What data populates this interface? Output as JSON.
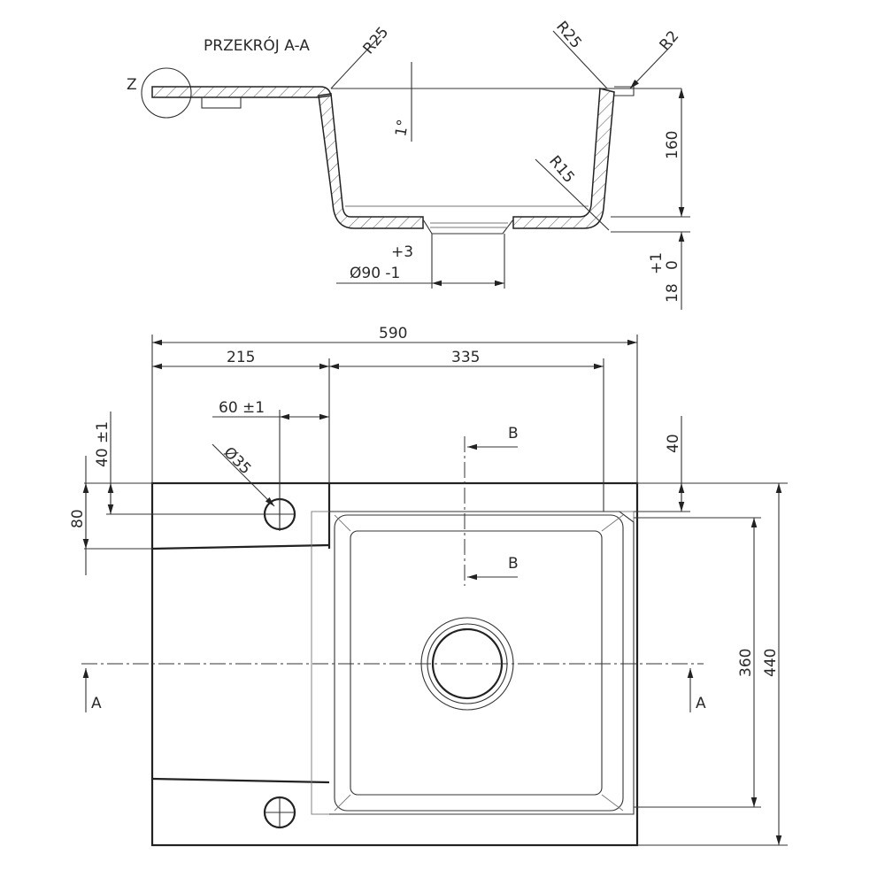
{
  "section": {
    "title": "PRZEKRÓJ A-A",
    "detail_label": "Z",
    "radius_left": "R25",
    "radius_right": "R25",
    "radius_edge": "R2",
    "radius_bottom": "R15",
    "angle": "1°",
    "depth": "160",
    "drain_tol_plus": "+3",
    "drain_dia": "Ø90 -1",
    "thickness_tol_plus": "+1",
    "thickness_tol_minus": "0",
    "thickness": "18"
  },
  "plan": {
    "width_total": "590",
    "width_drainer": "215",
    "width_bowl": "335",
    "tap_offset": "60 ±1",
    "tap_offset_v": "40 ±1",
    "tap_dia": "Ø35",
    "drainer_edge": "80",
    "bowl_top_offset": "40",
    "bowl_depth": "360",
    "depth_total": "440",
    "section_b_top": "B",
    "section_b_bottom": "B",
    "section_a_left": "A",
    "section_a_right": "A"
  }
}
